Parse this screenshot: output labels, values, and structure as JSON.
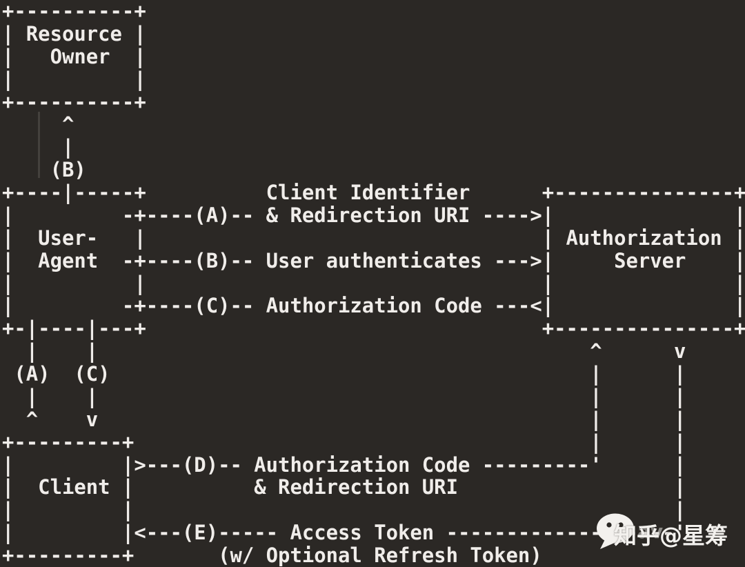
{
  "colors": {
    "background": "#2b2825",
    "text": "#f0edea"
  },
  "diagram": {
    "ascii": "+----------+\n| Resource |\n|   Owner  |\n|          |\n+----------+\n     ^\n     |\n    (B)\n+----|-----+          Client Identifier      +---------------+\n|         -+----(A)-- & Redirection URI ---->|               |\n|  User-   |                                 | Authorization |\n|  Agent  -+----(B)-- User authenticates --->|     Server    |\n|          |                                 |               |\n|         -+----(C)-- Authorization Code ---<|               |\n+-|----|---+                                 +---------------+\n  |    |                                         ^      v\n (A)  (C)                                        |      |\n  |    |                                         |      |\n  ^    v                                         |      |\n+---------+                                      |      |\n|         |>---(D)-- Authorization Code ---------'      |\n|  Client |          & Redirection URI                  |\n|         |                                             |\n|         |<---(E)----- Access Token -------------------'\n+---------+       (w/ Optional Refresh Token)",
    "actors": [
      {
        "name": "Resource Owner"
      },
      {
        "name": "User-Agent"
      },
      {
        "name": "Authorization Server"
      },
      {
        "name": "Client"
      }
    ],
    "steps": [
      {
        "id": "(A)",
        "label": "Client Identifier & Redirection URI"
      },
      {
        "id": "(B)",
        "label": "User authenticates"
      },
      {
        "id": "(C)",
        "label": "Authorization Code"
      },
      {
        "id": "(D)",
        "label": "Authorization Code & Redirection URI"
      },
      {
        "id": "(E)",
        "label": "Access Token (w/ Optional Refresh Token)"
      }
    ]
  },
  "watermark": {
    "text": "知乎@星筹",
    "ghost_text": "av",
    "icon": "wechat-bubble-icon"
  }
}
